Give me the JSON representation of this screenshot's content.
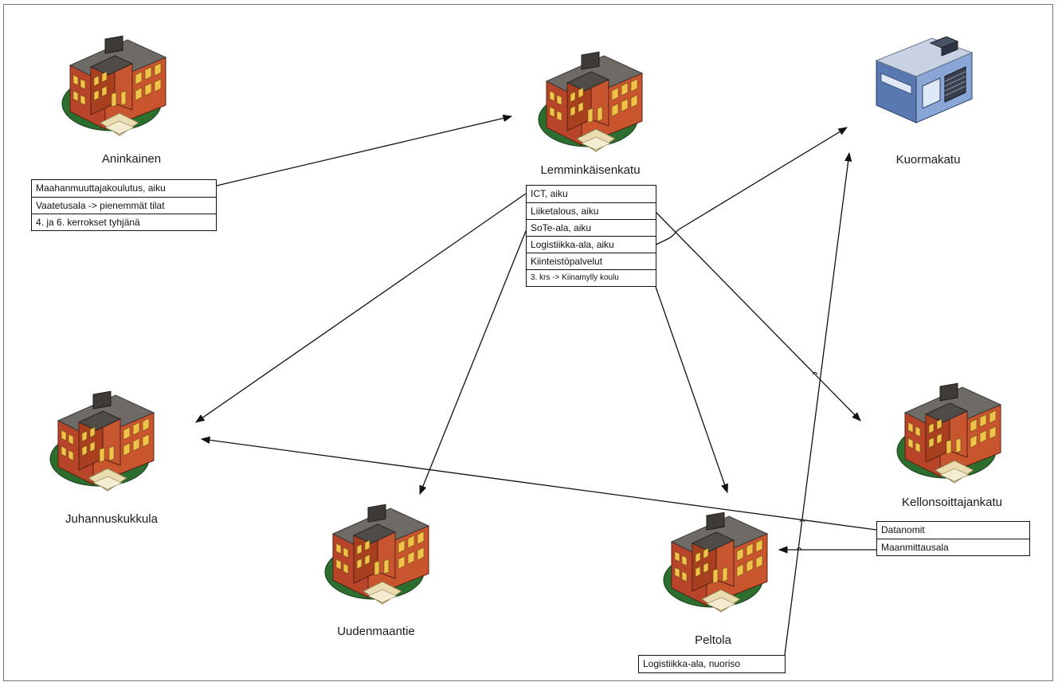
{
  "locations": [
    {
      "id": "aninkainen",
      "name": "Aninkainen",
      "icon": "school-building-icon",
      "items": [
        "Maahanmuuttajakoulutus, aiku",
        "Vaatetusala -> pienemmät tilat",
        "4. ja 6. kerrokset tyhjänä"
      ]
    },
    {
      "id": "lemminkaisenkatu",
      "name": "Lemminkäisenkatu",
      "icon": "school-building-icon",
      "items": [
        "ICT, aiku",
        "Liiketalous, aiku",
        "SoTe-ala, aiku",
        "Logistiikka-ala, aiku",
        "Kiinteistöpalvelut",
        "3. krs -> Kiinamylly koulu"
      ]
    },
    {
      "id": "kuormakatu",
      "name": "Kuormakatu",
      "icon": "warehouse-building-icon",
      "items": []
    },
    {
      "id": "juhannuskukkula",
      "name": "Juhannuskukkula",
      "icon": "school-building-icon",
      "items": []
    },
    {
      "id": "uudenmaantie",
      "name": "Uudenmaantie",
      "icon": "school-building-icon",
      "items": []
    },
    {
      "id": "peltola",
      "name": "Peltola",
      "icon": "school-building-icon",
      "items": [
        "Logistiikka-ala, nuoriso"
      ]
    },
    {
      "id": "kellonsoittajankatu",
      "name": "Kellonsoittajankatu",
      "icon": "school-building-icon",
      "items": [
        "Datanomit",
        "Maanmittausala"
      ]
    }
  ],
  "colors": {
    "roof": "#6e6a66",
    "wall": "#b8452a",
    "window": "#f0c24a",
    "lawn": "#2b6e2e",
    "line": "#111111",
    "warehouse": "#8aa6d6"
  }
}
